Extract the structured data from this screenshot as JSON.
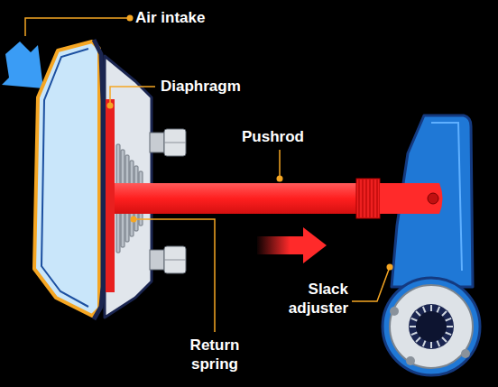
{
  "diagram": {
    "labels": [
      "Air intake",
      "Diaphragm",
      "Pushrod",
      "Return spring",
      "Slack adjuster"
    ]
  }
}
